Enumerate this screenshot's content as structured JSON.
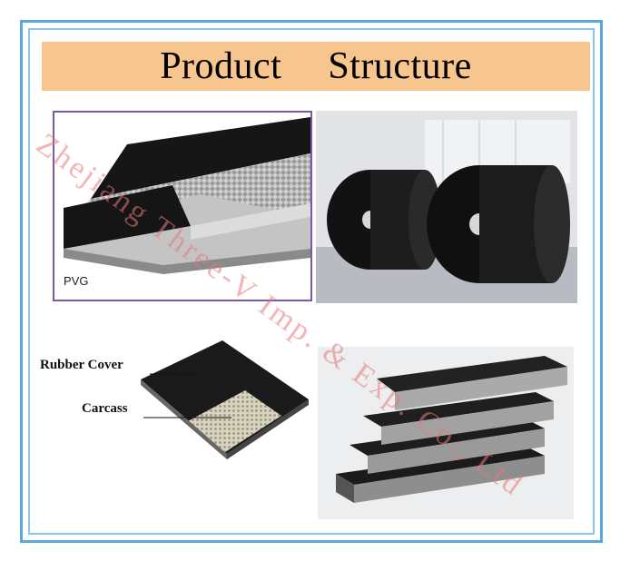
{
  "title": "Product      Structure",
  "panels": {
    "pvg_label": "PVG",
    "rubber_cover_label": "Rubber Cover",
    "carcass_label": "Carcass"
  },
  "watermark": "Zhejiang Three-V Imp. & Exp. Co., Ltd",
  "colors": {
    "title_bar": "#f7c58e",
    "frame": "#5aa6e0",
    "watermark": "#e87878"
  }
}
